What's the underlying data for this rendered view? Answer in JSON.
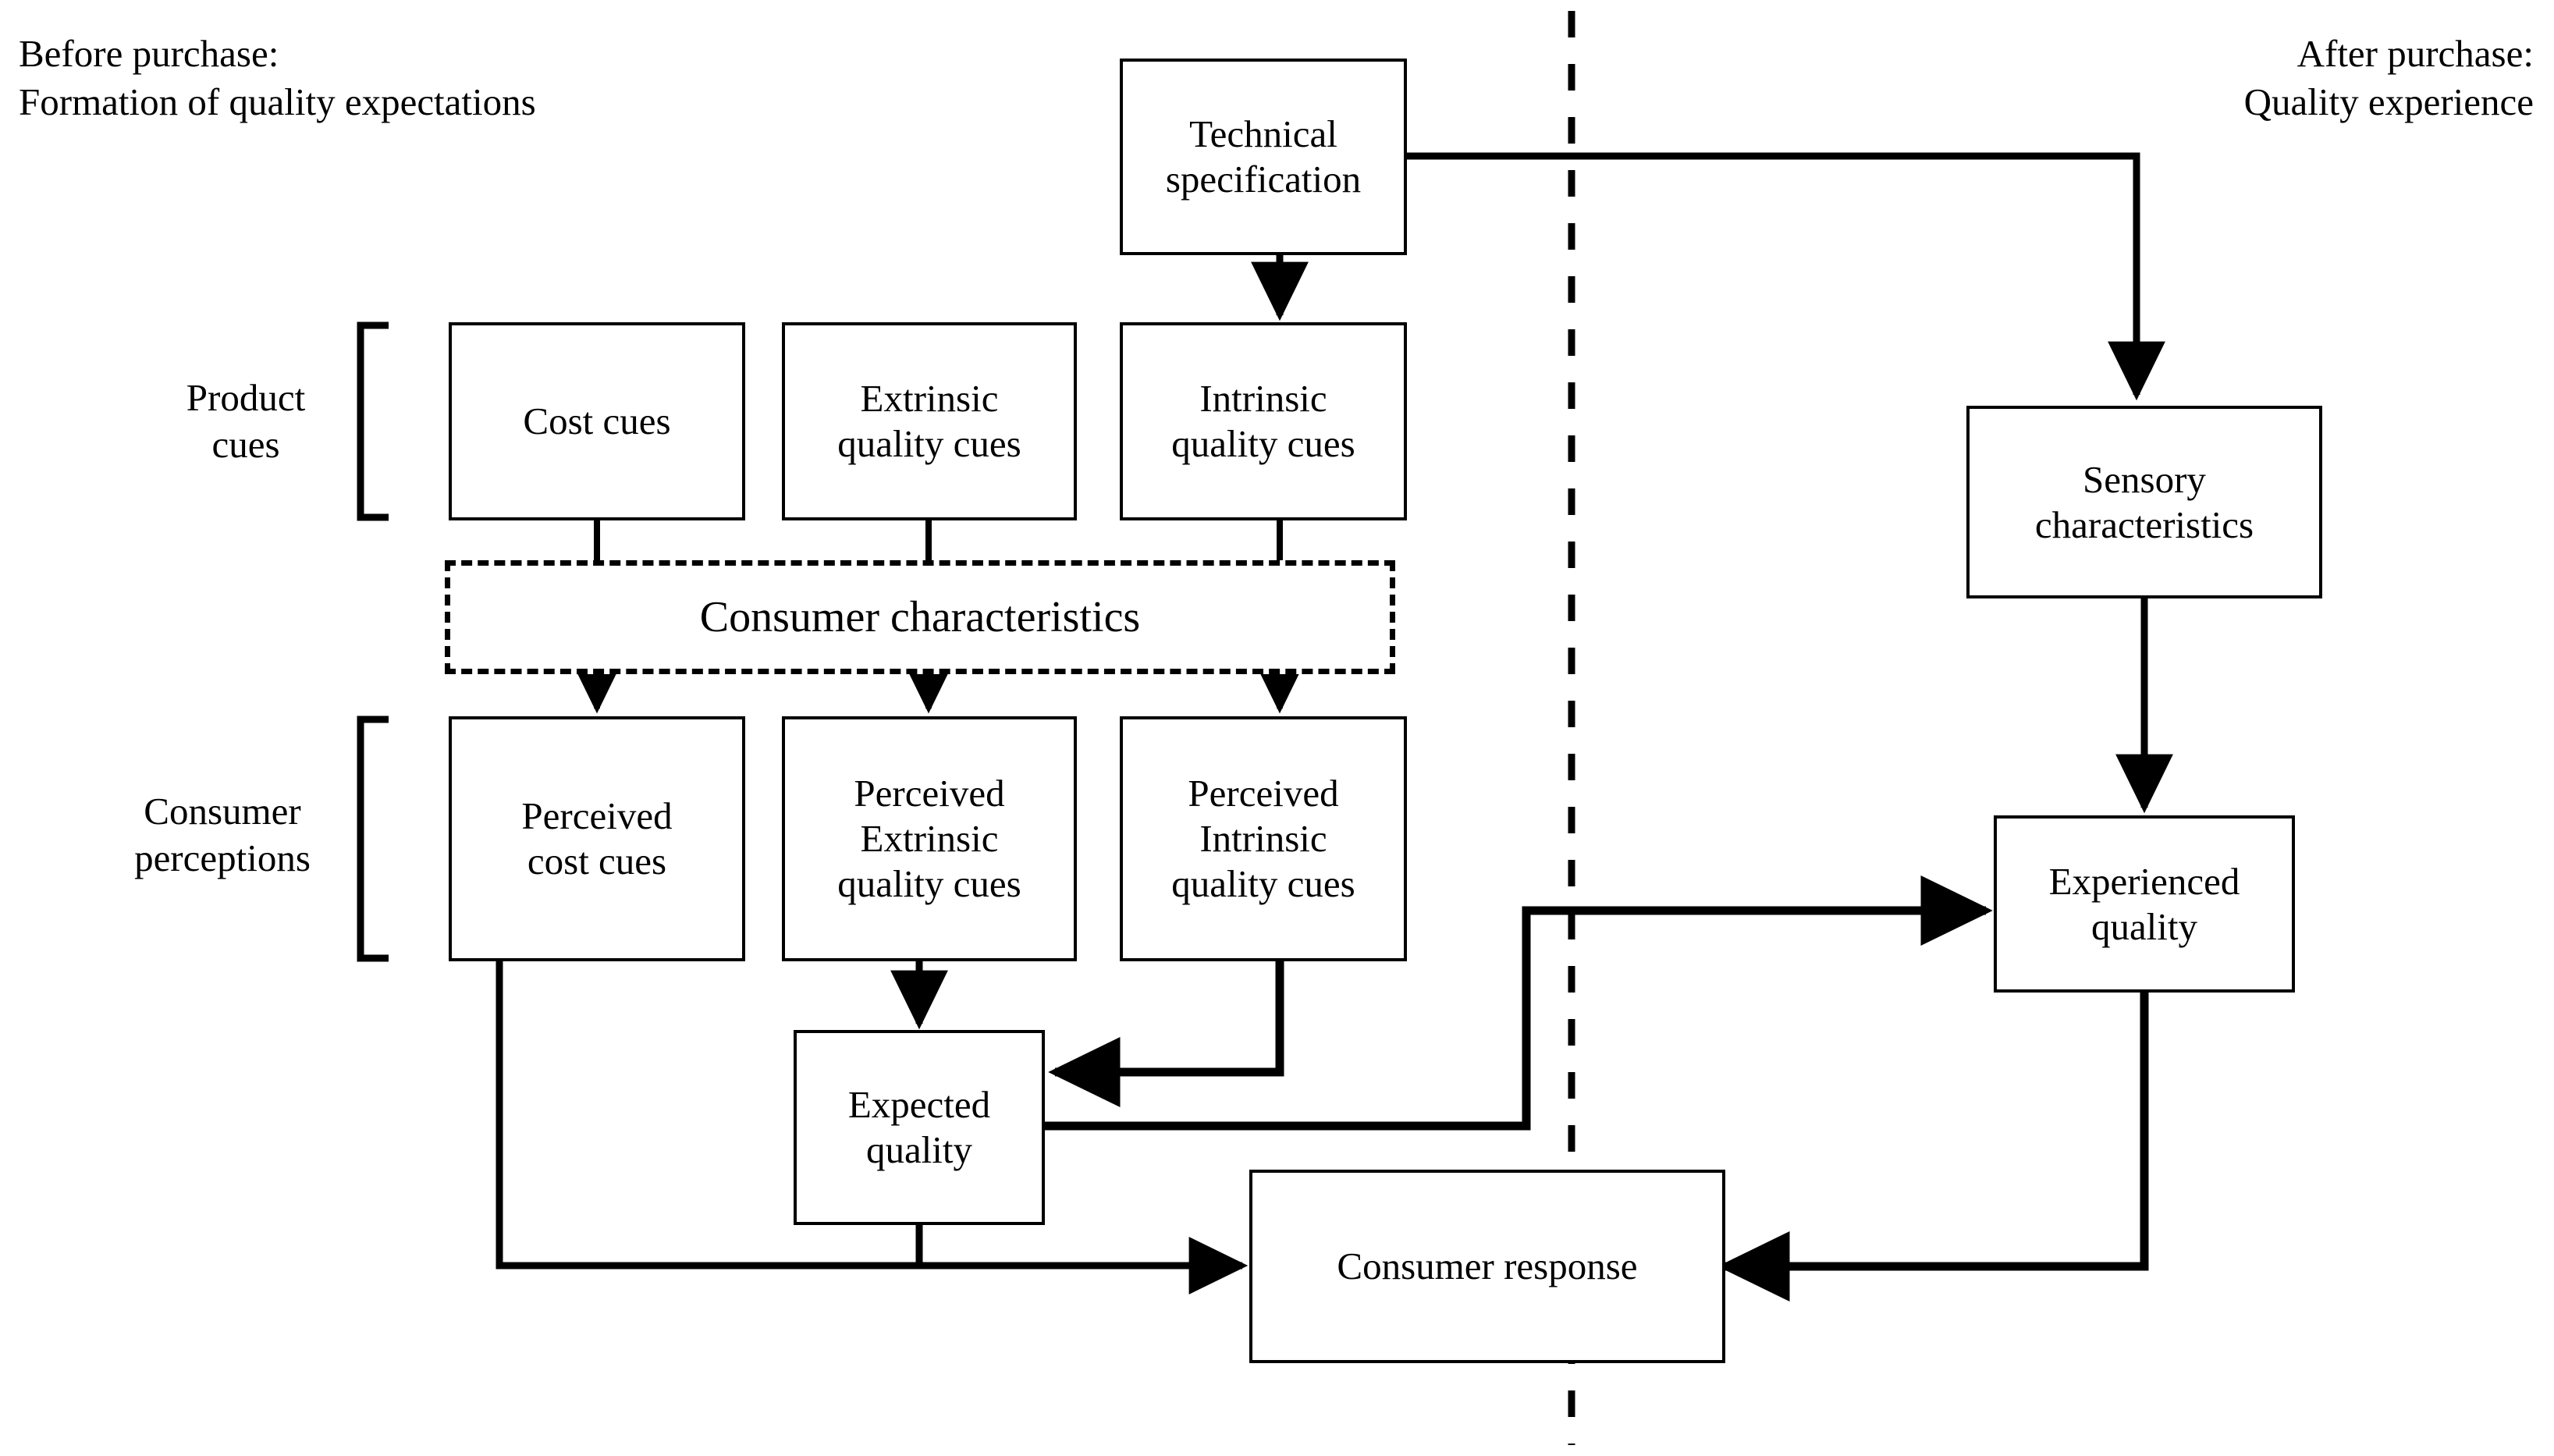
{
  "figure": {
    "title_left": "Before purchase:\nFormation of quality expectations",
    "title_right": "After purchase:\nQuality experience",
    "divider": "vertical-dashed-divider"
  },
  "groups": [
    {
      "id": "product-cues",
      "label": "Product\ncues"
    },
    {
      "id": "consumer-perceptions",
      "label": "Consumer\nperceptions"
    }
  ],
  "nodes": {
    "technical_specification": "Technical\nspecification",
    "cost_cues": "Cost cues",
    "extrinsic_quality_cues": "Extrinsic\nquality cues",
    "intrinsic_quality_cues": "Intrinsic\nquality cues",
    "consumer_characteristics": "Consumer characteristics",
    "perceived_cost_cues": "Perceived\ncost cues",
    "perceived_extrinsic_quality_cues": "Perceived\nExtrinsic\nquality cues",
    "perceived_intrinsic_quality_cues": "Perceived\nIntrinsic\nquality cues",
    "expected_quality": "Expected\nquality",
    "sensory_characteristics": "Sensory\ncharacteristics",
    "experienced_quality": "Experienced\nquality",
    "consumer_response": "Consumer  response"
  },
  "colors": {
    "stroke": "#000000",
    "background": "#ffffff",
    "text": "#000000"
  },
  "edges": [
    {
      "from": "technical_specification",
      "to": "intrinsic_quality_cues",
      "arrow": true
    },
    {
      "from": "technical_specification",
      "to": "sensory_characteristics",
      "arrow": true
    },
    {
      "from": "cost_cues",
      "to": "consumer_characteristics",
      "arrow": false
    },
    {
      "from": "extrinsic_quality_cues",
      "to": "consumer_characteristics",
      "arrow": false
    },
    {
      "from": "intrinsic_quality_cues",
      "to": "consumer_characteristics",
      "arrow": false
    },
    {
      "from": "consumer_characteristics",
      "to": "perceived_cost_cues",
      "arrow": true
    },
    {
      "from": "consumer_characteristics",
      "to": "perceived_extrinsic_quality_cues",
      "arrow": true
    },
    {
      "from": "consumer_characteristics",
      "to": "perceived_intrinsic_quality_cues",
      "arrow": true
    },
    {
      "from": "perceived_extrinsic_quality_cues",
      "to": "expected_quality",
      "arrow": true
    },
    {
      "from": "perceived_intrinsic_quality_cues",
      "to": "expected_quality",
      "arrow": true
    },
    {
      "from": "perceived_cost_cues",
      "to": "consumer_response",
      "arrow": true
    },
    {
      "from": "expected_quality",
      "to": "consumer_response",
      "arrow": true
    },
    {
      "from": "expected_quality",
      "to": "experienced_quality",
      "arrow": true
    },
    {
      "from": "sensory_characteristics",
      "to": "experienced_quality",
      "arrow": true
    },
    {
      "from": "experienced_quality",
      "to": "consumer_response",
      "arrow": true
    }
  ]
}
